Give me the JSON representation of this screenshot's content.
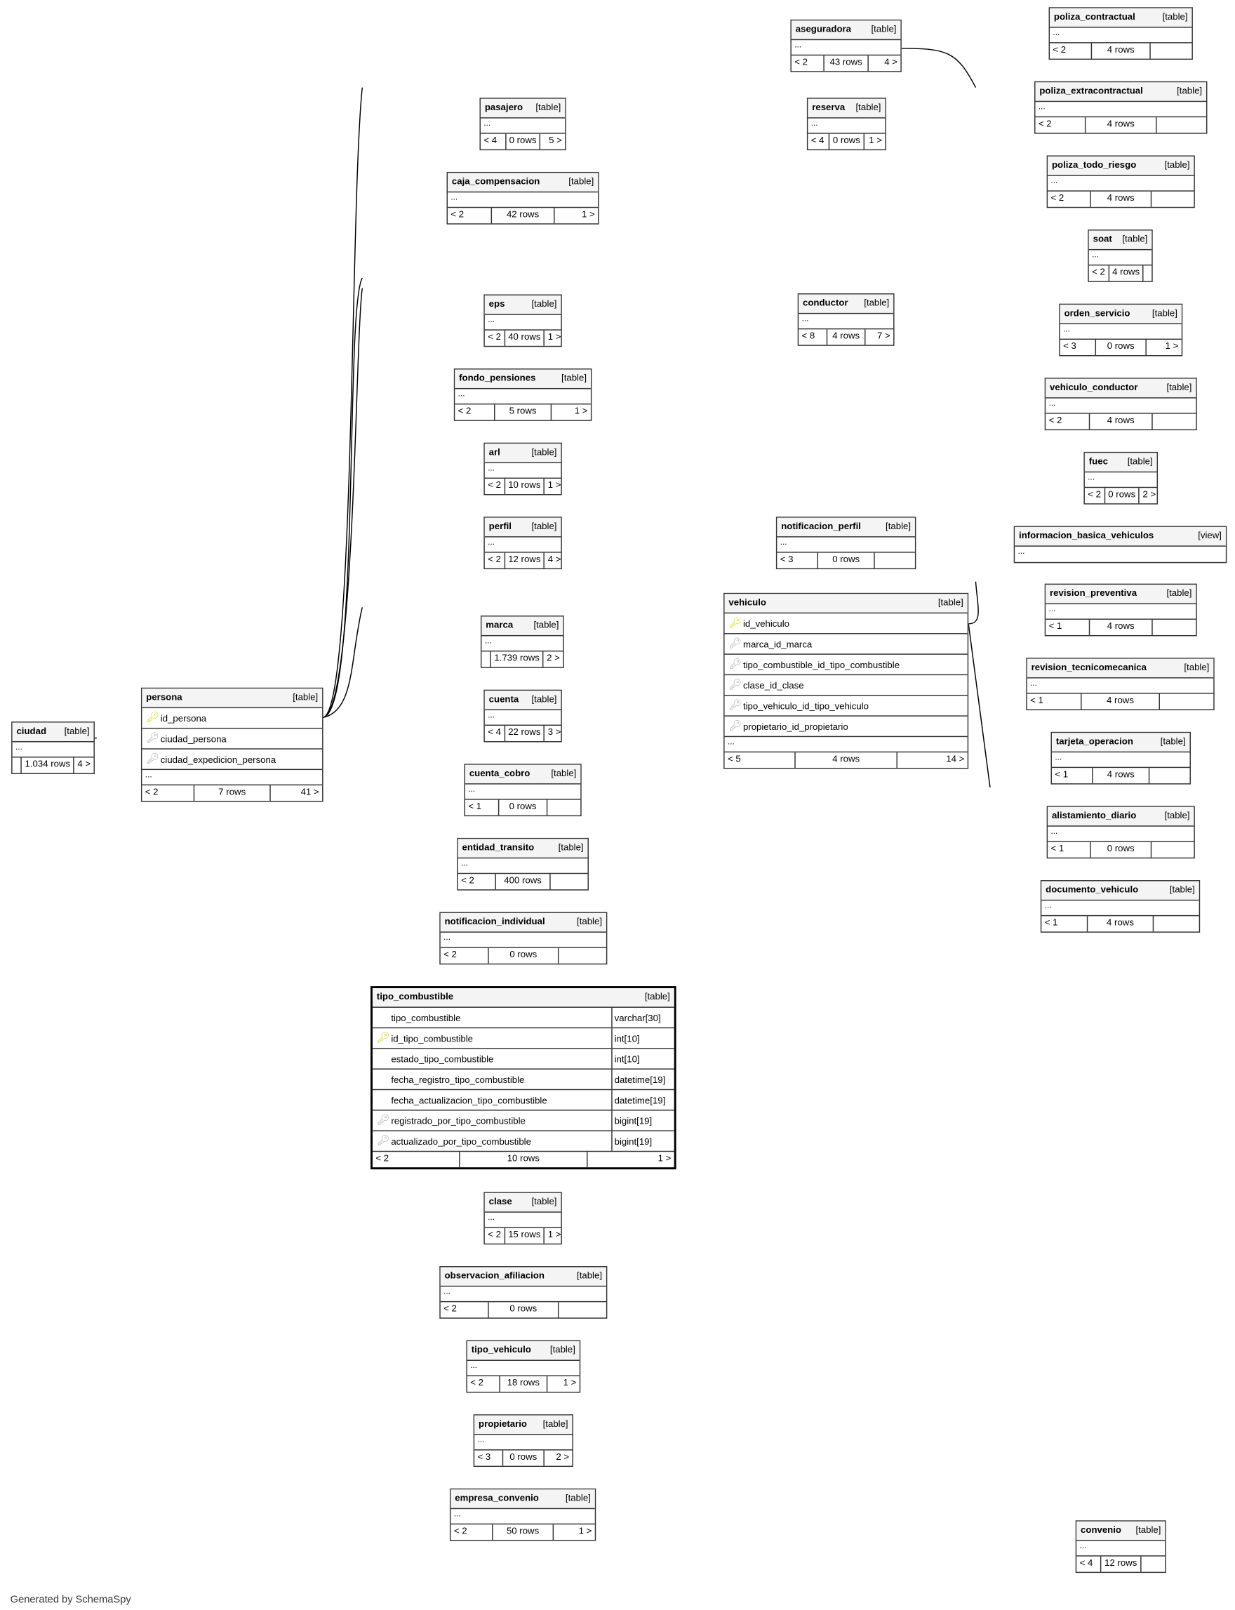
{
  "footer_text": "Generated by SchemaSpy",
  "tables": [
    {
      "name": "ciudad",
      "type": "[table]",
      "ftr": [
        "",
        "1.034 rows",
        "4 >"
      ]
    },
    {
      "name": "persona",
      "type": "[table]",
      "cols": [
        {
          "n": "id_persona",
          "k": "pk"
        },
        {
          "n": "ciudad_persona",
          "k": "fk"
        },
        {
          "n": "ciudad_expedicion_persona",
          "k": "fk"
        }
      ],
      "ftr": [
        "< 2",
        "7 rows",
        "41 >"
      ]
    },
    {
      "name": "pasajero",
      "type": "[table]",
      "ftr": [
        "< 4",
        "0 rows",
        "5 >"
      ]
    },
    {
      "name": "caja_compensacion",
      "type": "[table]",
      "ftr": [
        "< 2",
        "42 rows",
        "1 >"
      ]
    },
    {
      "name": "eps",
      "type": "[table]",
      "ftr": [
        "< 2",
        "40 rows",
        "1 >"
      ]
    },
    {
      "name": "fondo_pensiones",
      "type": "[table]",
      "ftr": [
        "< 2",
        "5 rows",
        "1 >"
      ]
    },
    {
      "name": "arl",
      "type": "[table]",
      "ftr": [
        "< 2",
        "10 rows",
        "1 >"
      ]
    },
    {
      "name": "perfil",
      "type": "[table]",
      "ftr": [
        "< 2",
        "12 rows",
        "4 >"
      ]
    },
    {
      "name": "marca",
      "type": "[table]",
      "ftr": [
        "",
        "1.739 rows",
        "2 >"
      ]
    },
    {
      "name": "cuenta",
      "type": "[table]",
      "ftr": [
        "< 4",
        "22 rows",
        "3 >"
      ]
    },
    {
      "name": "cuenta_cobro",
      "type": "[table]",
      "ftr": [
        "< 1",
        "0 rows",
        ""
      ]
    },
    {
      "name": "entidad_transito",
      "type": "[table]",
      "ftr": [
        "< 2",
        "400 rows",
        ""
      ]
    },
    {
      "name": "notificacion_individual",
      "type": "[table]",
      "ftr": [
        "< 2",
        "0 rows",
        ""
      ]
    },
    {
      "name": "tipo_combustible",
      "type": "[table]",
      "focus": true,
      "cols": [
        {
          "n": "tipo_combustible",
          "k": "",
          "t": "varchar[30]"
        },
        {
          "n": "id_tipo_combustible",
          "k": "pk",
          "t": "int[10]"
        },
        {
          "n": "estado_tipo_combustible",
          "k": "",
          "t": "int[10]"
        },
        {
          "n": "fecha_registro_tipo_combustible",
          "k": "",
          "t": "datetime[19]"
        },
        {
          "n": "fecha_actualizacion_tipo_combustible",
          "k": "",
          "t": "datetime[19]"
        },
        {
          "n": "registrado_por_tipo_combustible",
          "k": "fk",
          "t": "bigint[19]"
        },
        {
          "n": "actualizado_por_tipo_combustible",
          "k": "fk",
          "t": "bigint[19]"
        }
      ],
      "noell": true,
      "ftr": [
        "< 2",
        "10 rows",
        "1 >"
      ]
    },
    {
      "name": "clase",
      "type": "[table]",
      "ftr": [
        "< 2",
        "15 rows",
        "1 >"
      ]
    },
    {
      "name": "observacion_afiliacion",
      "type": "[table]",
      "ftr": [
        "< 2",
        "0 rows",
        ""
      ]
    },
    {
      "name": "tipo_vehiculo",
      "type": "[table]",
      "ftr": [
        "< 2",
        "18 rows",
        "1 >"
      ]
    },
    {
      "name": "propietario",
      "type": "[table]",
      "ftr": [
        "< 3",
        "0 rows",
        "2 >"
      ]
    },
    {
      "name": "empresa_convenio",
      "type": "[table]",
      "ftr": [
        "< 2",
        "50 rows",
        "1 >"
      ]
    },
    {
      "name": "aseguradora",
      "type": "[table]",
      "ftr": [
        "< 2",
        "43 rows",
        "4 >"
      ]
    },
    {
      "name": "reserva",
      "type": "[table]",
      "ftr": [
        "< 4",
        "0 rows",
        "1 >"
      ]
    },
    {
      "name": "conductor",
      "type": "[table]",
      "ftr": [
        "< 8",
        "4 rows",
        "7 >"
      ]
    },
    {
      "name": "notificacion_perfil",
      "type": "[table]",
      "ftr": [
        "< 3",
        "0 rows",
        ""
      ]
    },
    {
      "name": "vehiculo",
      "type": "[table]",
      "cols": [
        {
          "n": "id_vehiculo",
          "k": "pk"
        },
        {
          "n": "marca_id_marca",
          "k": "fk"
        },
        {
          "n": "tipo_combustible_id_tipo_combustible",
          "k": "fk"
        },
        {
          "n": "clase_id_clase",
          "k": "fk"
        },
        {
          "n": "tipo_vehiculo_id_tipo_vehiculo",
          "k": "fk"
        },
        {
          "n": "propietario_id_propietario",
          "k": "fk"
        }
      ],
      "ftr": [
        "< 5",
        "4 rows",
        "14 >"
      ]
    },
    {
      "name": "poliza_contractual",
      "type": "[table]",
      "ftr": [
        "< 2",
        "4 rows",
        ""
      ]
    },
    {
      "name": "poliza_extracontractual",
      "type": "[table]",
      "ftr": [
        "< 2",
        "4 rows",
        ""
      ]
    },
    {
      "name": "poliza_todo_riesgo",
      "type": "[table]",
      "ftr": [
        "< 2",
        "4 rows",
        ""
      ]
    },
    {
      "name": "soat",
      "type": "[table]",
      "ftr": [
        "< 2",
        "4 rows",
        ""
      ]
    },
    {
      "name": "orden_servicio",
      "type": "[table]",
      "ftr": [
        "< 3",
        "0 rows",
        "1 >"
      ]
    },
    {
      "name": "vehiculo_conductor",
      "type": "[table]",
      "ftr": [
        "< 2",
        "4 rows",
        ""
      ]
    },
    {
      "name": "fuec",
      "type": "[table]",
      "ftr": [
        "< 2",
        "0 rows",
        "2 >"
      ]
    },
    {
      "name": "informacion_basica_vehiculos",
      "type": "[view]",
      "view": true
    },
    {
      "name": "revision_preventiva",
      "type": "[table]",
      "ftr": [
        "< 1",
        "4 rows",
        ""
      ]
    },
    {
      "name": "revision_tecnicomecanica",
      "type": "[table]",
      "ftr": [
        "< 1",
        "4 rows",
        ""
      ]
    },
    {
      "name": "tarjeta_operacion",
      "type": "[table]",
      "ftr": [
        "< 1",
        "4 rows",
        ""
      ]
    },
    {
      "name": "alistamiento_diario",
      "type": "[table]",
      "ftr": [
        "< 1",
        "0 rows",
        ""
      ]
    },
    {
      "name": "documento_vehiculo",
      "type": "[table]",
      "ftr": [
        "< 1",
        "4 rows",
        ""
      ]
    },
    {
      "name": "convenio",
      "type": "[table]",
      "ftr": [
        "< 4",
        "12 rows",
        ""
      ]
    }
  ],
  "ellipsis": "..."
}
